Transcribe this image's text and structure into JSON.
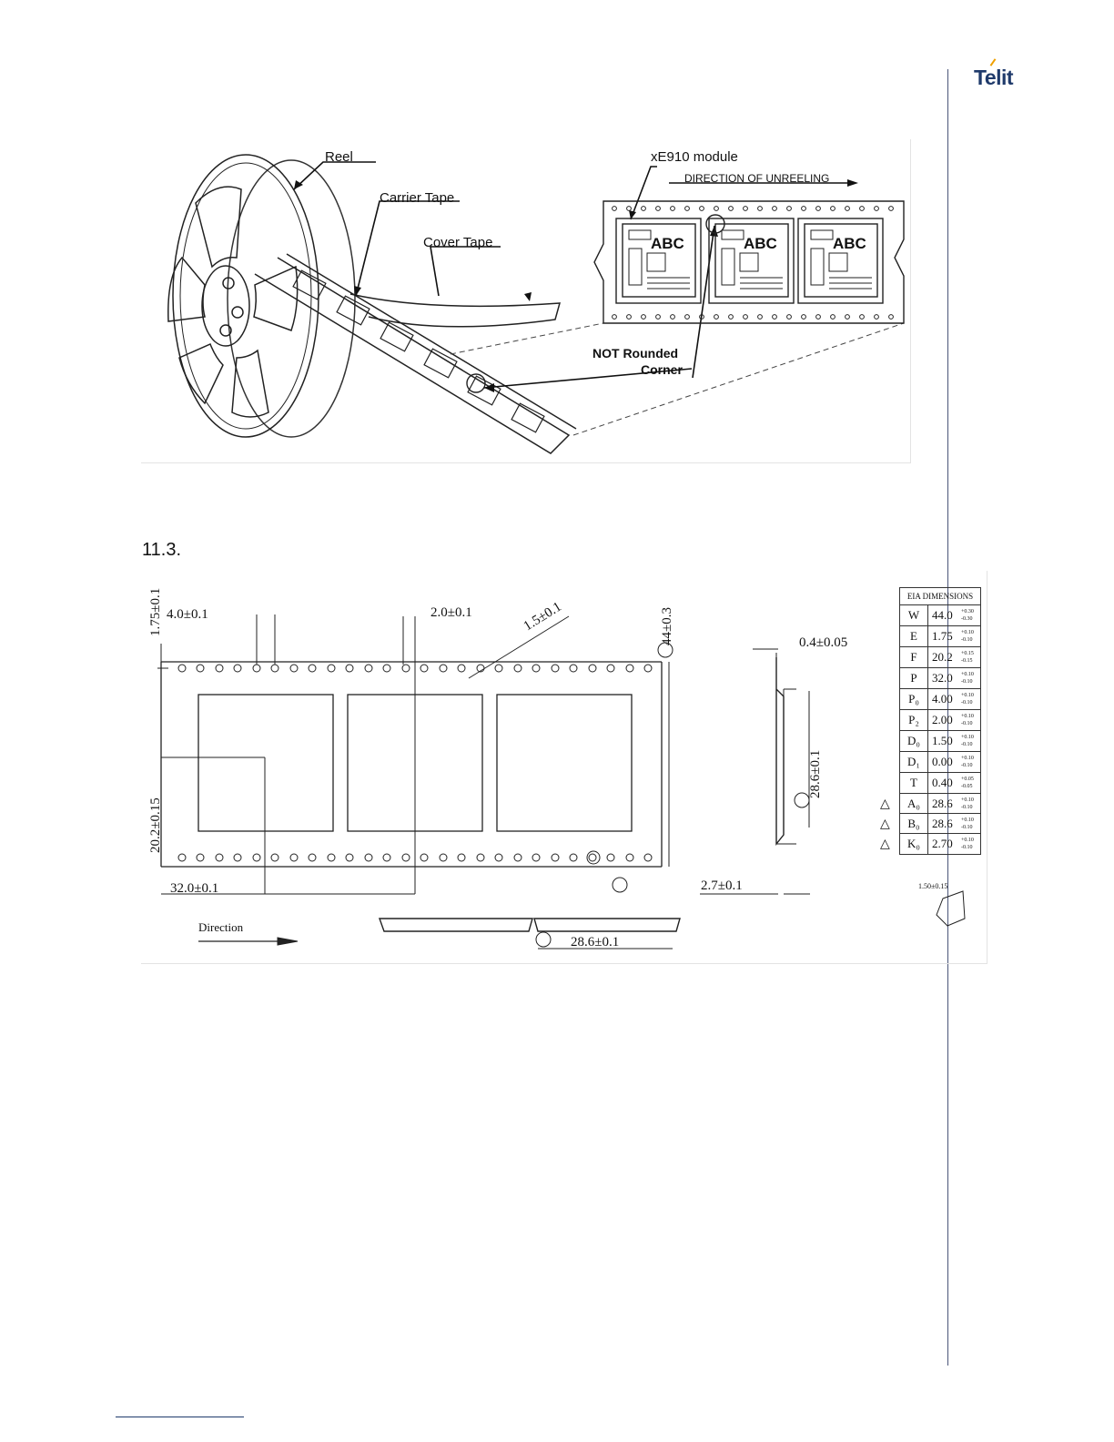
{
  "header": {
    "logo_text": "Telit"
  },
  "figure1": {
    "labels": {
      "reel": "Reel",
      "carrier_tape": "Carrier Tape",
      "cover_tape": "Cover Tape",
      "module": "xE910 module",
      "direction": "DIRECTION OF UNREELING",
      "not_rounded_1": "NOT Rounded",
      "not_rounded_2": "Corner",
      "chip_text": "ABC"
    }
  },
  "section": {
    "number": "11.3."
  },
  "figure2": {
    "dims": {
      "e": "1.75±0.1",
      "p0": "4.0±0.1",
      "p2": "2.0±0.1",
      "d0": "1.5±0.1",
      "w": "44±0.3",
      "t": "0.4±0.05",
      "f": "20.2±0.15",
      "p": "32.0±0.1",
      "a0": "28.6±0.1",
      "k0": "2.7±0.1",
      "b0": "28.6±0.1",
      "direction": "Direction",
      "hole": "1.50±0.15"
    },
    "table": {
      "title": "EIA DIMENSIONS",
      "rows": [
        {
          "sym": "W",
          "val": "44.0",
          "tol_up": "+0.30",
          "tol_dn": "-0.30",
          "flag": ""
        },
        {
          "sym": "E",
          "val": "1.75",
          "tol_up": "+0.10",
          "tol_dn": "-0.10",
          "flag": ""
        },
        {
          "sym": "F",
          "val": "20.2",
          "tol_up": "+0.15",
          "tol_dn": "-0.15",
          "flag": ""
        },
        {
          "sym": "P",
          "val": "32.0",
          "tol_up": "+0.10",
          "tol_dn": "-0.10",
          "flag": ""
        },
        {
          "sym": "P₀",
          "val": "4.00",
          "tol_up": "+0.10",
          "tol_dn": "-0.10",
          "flag": ""
        },
        {
          "sym": "P₂",
          "val": "2.00",
          "tol_up": "+0.10",
          "tol_dn": "-0.10",
          "flag": ""
        },
        {
          "sym": "D₀",
          "val": "1.50",
          "tol_up": "+0.10",
          "tol_dn": "-0.10",
          "flag": ""
        },
        {
          "sym": "D₁",
          "val": "0.00",
          "tol_up": "+0.10",
          "tol_dn": "-0.10",
          "flag": ""
        },
        {
          "sym": "T",
          "val": "0.40",
          "tol_up": "+0.05",
          "tol_dn": "-0.05",
          "flag": ""
        },
        {
          "sym": "A₀",
          "val": "28.6",
          "tol_up": "+0.10",
          "tol_dn": "-0.10",
          "flag": "△"
        },
        {
          "sym": "B₀",
          "val": "28.6",
          "tol_up": "+0.10",
          "tol_dn": "-0.10",
          "flag": "△"
        },
        {
          "sym": "K₀",
          "val": "2.70",
          "tol_up": "+0.10",
          "tol_dn": "-0.10",
          "flag": "△"
        }
      ]
    }
  }
}
